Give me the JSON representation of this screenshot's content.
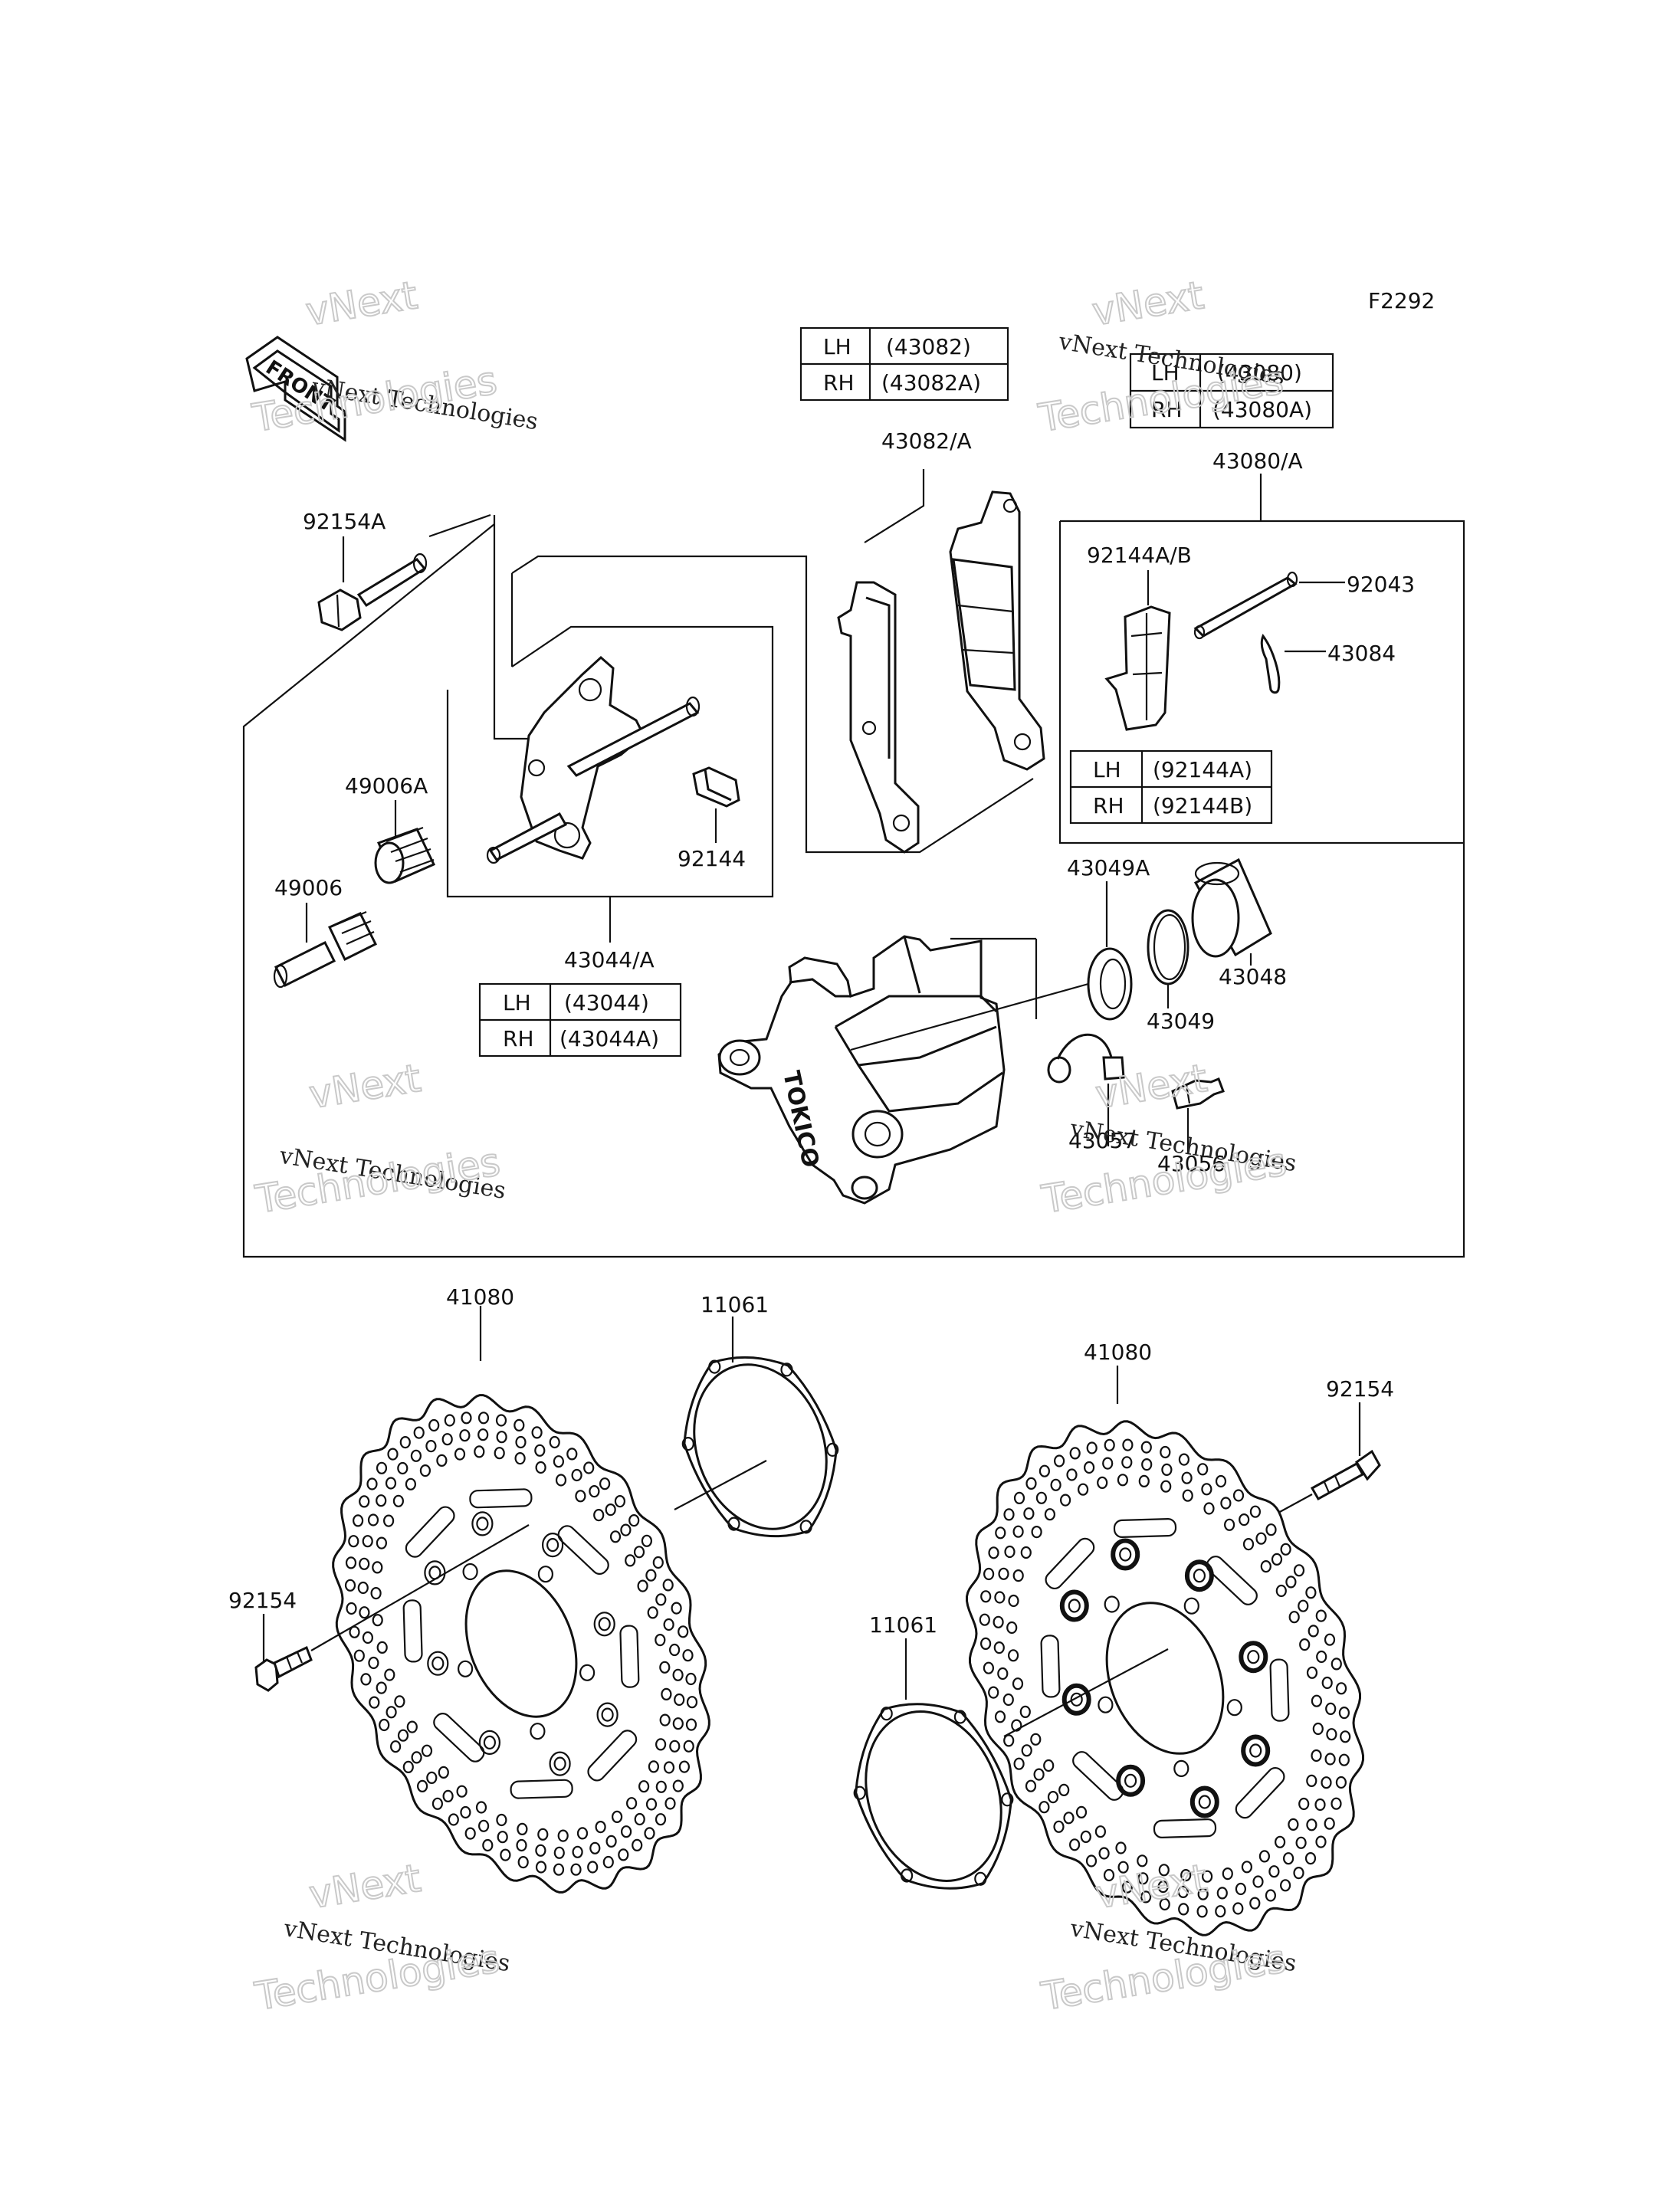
{
  "diagram_code": "F2292",
  "front_arrow": {
    "label": "FRONT",
    "icon": "front-arrow-icon"
  },
  "watermark": {
    "line1": "vNext Technologies",
    "line2": "vNext",
    "line3": "Technologies"
  },
  "tables": {
    "pads": {
      "rows": [
        {
          "side": "LH",
          "part": "(43082)"
        },
        {
          "side": "RH",
          "part": "(43082A)"
        }
      ]
    },
    "piston_kit": {
      "rows": [
        {
          "side": "LH",
          "part": "(43080)"
        },
        {
          "side": "RH",
          "part": "(43080A)"
        }
      ]
    },
    "spring": {
      "rows": [
        {
          "side": "LH",
          "part": "(92144A)"
        },
        {
          "side": "RH",
          "part": "(92144B)"
        }
      ]
    },
    "bracket": {
      "rows": [
        {
          "side": "LH",
          "part": "(43044)"
        },
        {
          "side": "RH",
          "part": "(43044A)"
        }
      ]
    }
  },
  "labels": {
    "p43082": "43082/A",
    "p43080": "43080/A",
    "p92154A": "92154A",
    "p92144AB": "92144A/B",
    "p92043": "92043",
    "p43084": "43084",
    "p49006A": "49006A",
    "p49006": "49006",
    "p92144": "92144",
    "p43044": "43044/A",
    "p43049A": "43049A",
    "p43048": "43048",
    "p43049": "43049",
    "p43057": "43057",
    "p43056": "43056",
    "p41080_left": "41080",
    "p11061_top": "11061",
    "p41080_right": "41080",
    "p92154_right": "92154",
    "p92154_left": "92154",
    "p11061_bottom": "11061"
  },
  "caliper_brand": "TOKICO"
}
